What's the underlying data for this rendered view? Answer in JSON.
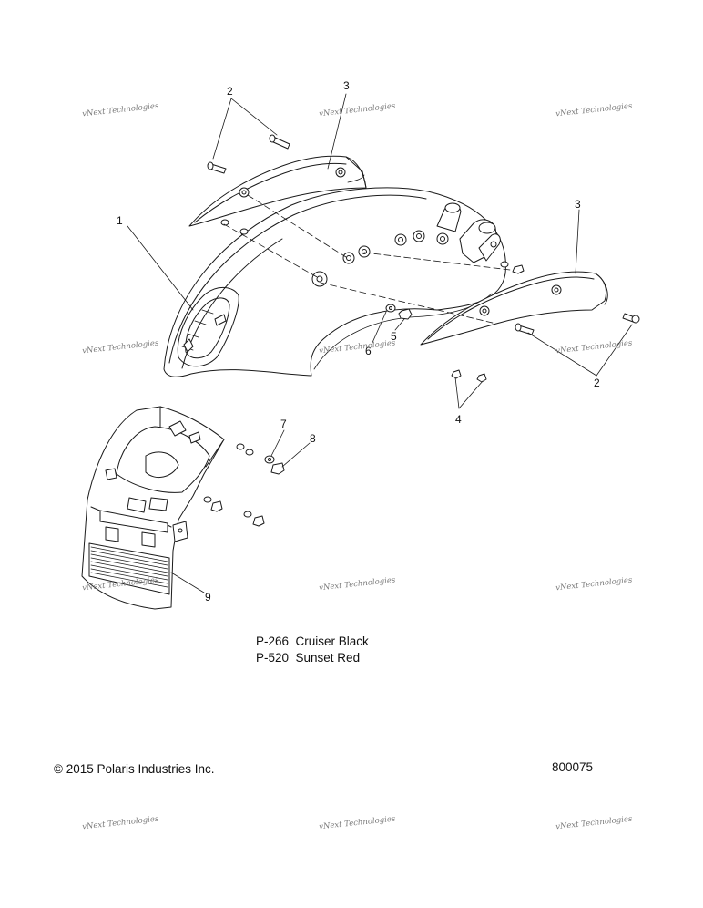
{
  "callouts": {
    "c1": "1",
    "c2a": "2",
    "c2b": "2",
    "c3a": "3",
    "c3b": "3",
    "c4": "4",
    "c5": "5",
    "c6": "6",
    "c7": "7",
    "c8": "8",
    "c9": "9"
  },
  "color_options": [
    "P-266  Cruiser Black",
    "P-520  Sunset Red"
  ],
  "copyright": "© 2015 Polaris Industries Inc.",
  "diagram_number": "800075",
  "watermark": "vNext Technologies"
}
